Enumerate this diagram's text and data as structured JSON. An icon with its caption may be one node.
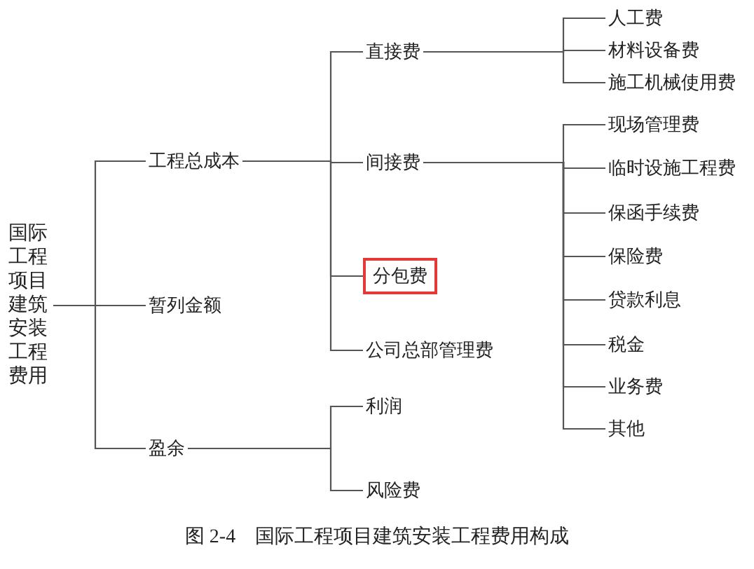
{
  "diagram": {
    "caption": "图 2-4　国际工程项目建筑安装工程费用构成",
    "nodes": [
      {
        "text": [
          "国际工程项目建筑安装工程费用"
        ]
      },
      {
        "text": [
          "工程总成本"
        ]
      },
      {
        "text": [
          "暂列金额"
        ]
      },
      {
        "text": [
          "盈余"
        ]
      },
      {
        "text": [
          "直接费"
        ]
      },
      {
        "text": [
          "间接费"
        ]
      },
      {
        "text": [
          "分包费"
        ]
      },
      {
        "text": [
          "公司总部管理费"
        ]
      },
      {
        "text": [
          "利润"
        ]
      },
      {
        "text": [
          "风险费"
        ]
      },
      {
        "text": [
          "人工费"
        ]
      },
      {
        "text": [
          "材料设备费"
        ]
      },
      {
        "text": [
          "施工机械使用费"
        ]
      },
      {
        "text": [
          "现场管理费"
        ]
      },
      {
        "text": [
          "临时设施工程费"
        ]
      },
      {
        "text": [
          "保函手续费"
        ]
      },
      {
        "text": [
          "保险费"
        ]
      },
      {
        "text": [
          "贷款利息"
        ]
      },
      {
        "text": [
          "税金"
        ]
      },
      {
        "text": [
          "业务费"
        ]
      },
      {
        "text": [
          "其他"
        ]
      }
    ],
    "edges": [
      {
        "from": 0,
        "to": 1,
        "arrow": "none"
      },
      {
        "from": 0,
        "to": 2,
        "arrow": "none"
      },
      {
        "from": 0,
        "to": 3,
        "arrow": "none"
      },
      {
        "from": 1,
        "to": 4,
        "arrow": "none"
      },
      {
        "from": 1,
        "to": 5,
        "arrow": "none"
      },
      {
        "from": 1,
        "to": 6,
        "arrow": "none"
      },
      {
        "from": 1,
        "to": 7,
        "arrow": "none"
      },
      {
        "from": 3,
        "to": 8,
        "arrow": "none"
      },
      {
        "from": 3,
        "to": 9,
        "arrow": "none"
      },
      {
        "from": 4,
        "to": 10,
        "arrow": "none"
      },
      {
        "from": 4,
        "to": 11,
        "arrow": "none"
      },
      {
        "from": 4,
        "to": 12,
        "arrow": "none"
      },
      {
        "from": 5,
        "to": 13,
        "arrow": "none"
      },
      {
        "from": 5,
        "to": 14,
        "arrow": "none"
      },
      {
        "from": 5,
        "to": 15,
        "arrow": "none"
      },
      {
        "from": 5,
        "to": 16,
        "arrow": "none"
      },
      {
        "from": 5,
        "to": 17,
        "arrow": "none"
      },
      {
        "from": 5,
        "to": 18,
        "arrow": "none"
      },
      {
        "from": 5,
        "to": 19,
        "arrow": "none"
      },
      {
        "from": 5,
        "to": 20,
        "arrow": "none"
      }
    ]
  }
}
